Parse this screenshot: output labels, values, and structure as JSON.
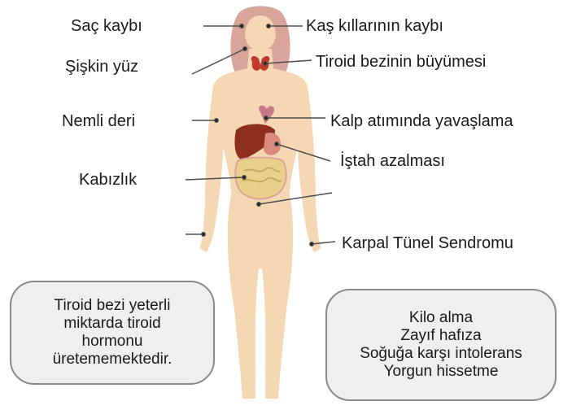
{
  "labels": {
    "hair_loss": "Saç kaybı",
    "eyebrow_loss": "Kaş kıllarının kaybı",
    "puffy_face": "Şişkin yüz",
    "thyroid_enlargement": "Tiroid bezinin büyümesi",
    "moist_skin": "Nemli deri",
    "slow_heart_rate": "Kalp atımında yavaşlama",
    "appetite_loss": "İştah azalması",
    "constipation": "Kabızlık",
    "carpal_tunnel": "Karpal Tünel Sendromu"
  },
  "left_box": {
    "lines": [
      "Tiroid bezi yeterli",
      "miktarda tiroid",
      "hormonu",
      "üretememektedir."
    ]
  },
  "right_box": {
    "lines": [
      "Kilo alma",
      "Zayıf hafıza",
      "Soğuğa karşı intolerans",
      "Yorgun hissetme"
    ]
  },
  "colors": {
    "skin": "#f6d7b3",
    "hair": "#d9a49a",
    "thyroid": "#c0392b",
    "liver": "#8e2f1f",
    "stomach": "#d98a7a",
    "intestine": "#e9d08a",
    "box_bg": "#efefef",
    "box_border": "#8a8a8a"
  }
}
